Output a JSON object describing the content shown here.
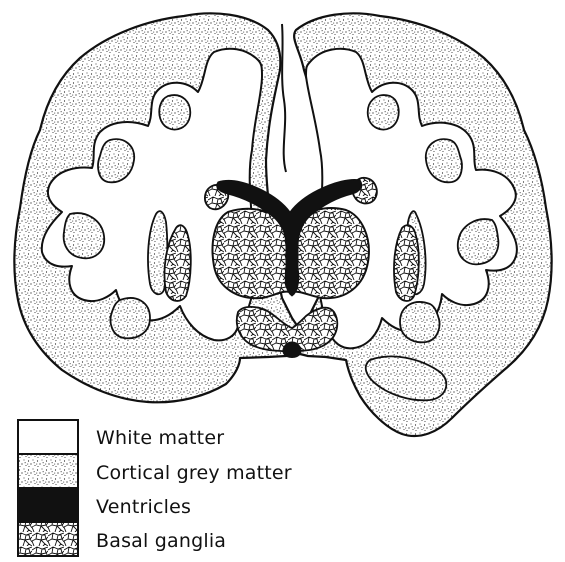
{
  "diagram": {
    "subject": "coronal-brain-section",
    "colors": {
      "ink": "#111111",
      "paper": "#ffffff"
    }
  },
  "legend": {
    "items": [
      {
        "key": "white-matter",
        "label": "White matter",
        "pattern": "plain"
      },
      {
        "key": "cortical-grey-matter",
        "label": "Cortical grey matter",
        "pattern": "stipple"
      },
      {
        "key": "ventricles",
        "label": "Ventricles",
        "pattern": "solid"
      },
      {
        "key": "basal-ganglia",
        "label": "Basal ganglia",
        "pattern": "cells"
      }
    ]
  }
}
